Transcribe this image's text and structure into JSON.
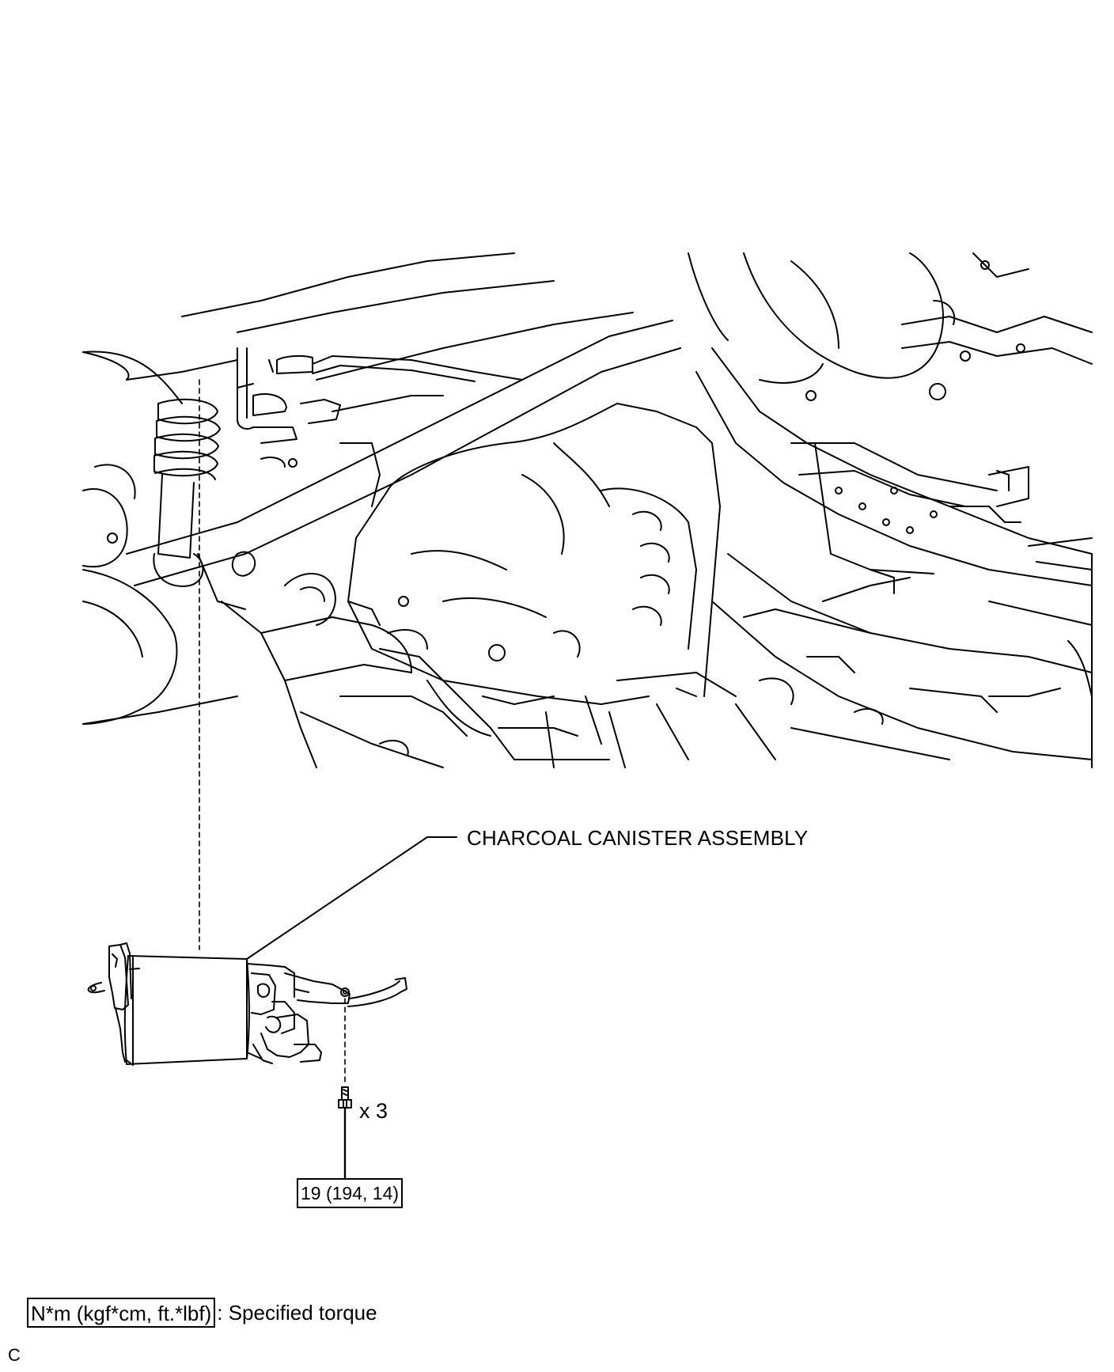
{
  "diagram": {
    "part_name": "CHARCOAL CANISTER ASSEMBLY",
    "fastener_quantity": "x 3",
    "torque_value": "19 (194, 14)",
    "legend": {
      "unit_box": "N*m (kgf*cm, ft.*lbf)",
      "description": ": Specified torque"
    },
    "figure_code": "C"
  },
  "colors": {
    "line": "#000000",
    "background": "#ffffff"
  }
}
